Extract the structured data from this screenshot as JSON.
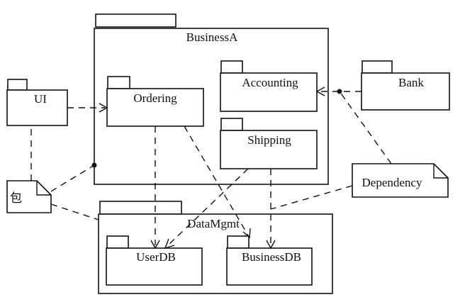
{
  "diagram": {
    "packages": {
      "business_a": "BusinessA",
      "ordering": "Ordering",
      "accounting": "Accounting",
      "shipping": "Shipping",
      "bank": "Bank",
      "ui": "UI",
      "data_mgmt": "DataMgmt",
      "user_db": "UserDB",
      "business_db": "BusinessDB"
    },
    "notes": {
      "package_note": "包",
      "dependency_note": "Dependency"
    }
  }
}
